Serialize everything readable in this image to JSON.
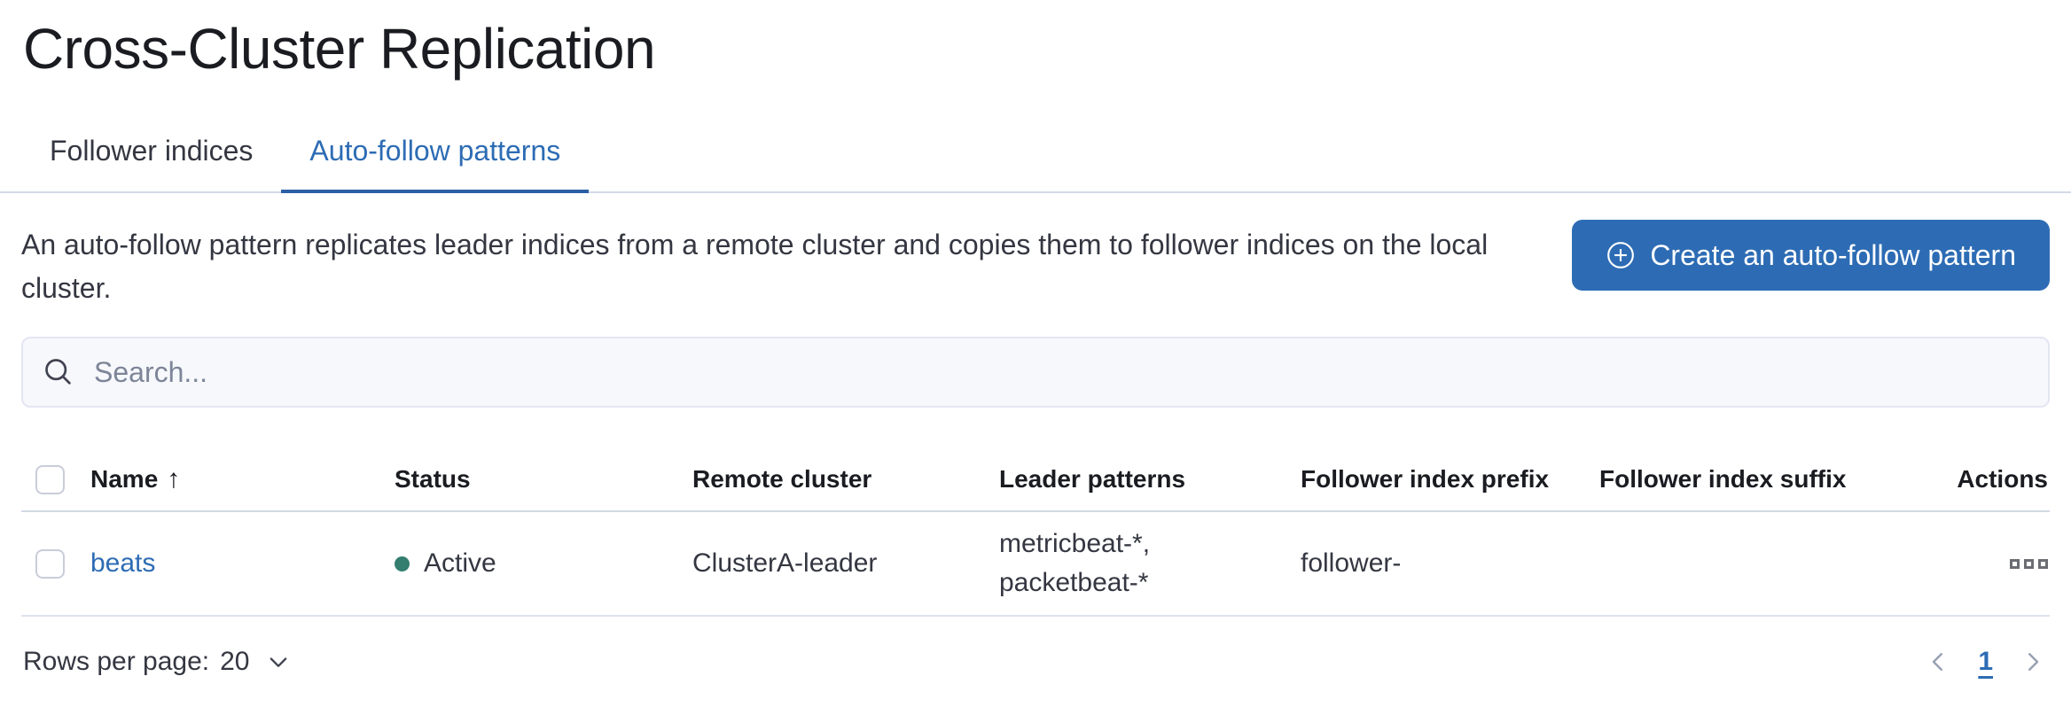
{
  "colors": {
    "accent": "#2d6cb4",
    "accent_underline": "#2b5fa5",
    "success": "#347e70",
    "heading": "#1a1c21",
    "text": "#343741",
    "muted": "#69707d",
    "border": "#d3dae6",
    "row_border": "#dfe3ee"
  },
  "header": {
    "title": "Cross-Cluster Replication"
  },
  "tabs": [
    {
      "label": "Follower indices",
      "active": false
    },
    {
      "label": "Auto-follow patterns",
      "active": true
    }
  ],
  "intro": {
    "description": "An auto-follow pattern replicates leader indices from a remote cluster and copies them to follower indices on the local cluster.",
    "create_button": "Create an auto-follow pattern"
  },
  "search": {
    "placeholder": "Search...",
    "value": ""
  },
  "icons": {
    "sort_ascending": "↑"
  },
  "table": {
    "columns": {
      "name": "Name",
      "status": "Status",
      "remote_cluster": "Remote cluster",
      "leader_patterns": "Leader patterns",
      "follower_prefix": "Follower index prefix",
      "follower_suffix": "Follower index suffix",
      "actions": "Actions"
    },
    "sort": {
      "column": "Name",
      "direction": "ascending"
    },
    "rows": [
      {
        "name": "beats",
        "status": "Active",
        "remote_cluster": "ClusterA-leader",
        "leader_patterns": "metricbeat-*, packetbeat-*",
        "follower_prefix": "follower-",
        "follower_suffix": ""
      }
    ]
  },
  "footer": {
    "rows_per_page_label": "Rows per page:",
    "rows_per_page_value": "20",
    "page": "1"
  }
}
